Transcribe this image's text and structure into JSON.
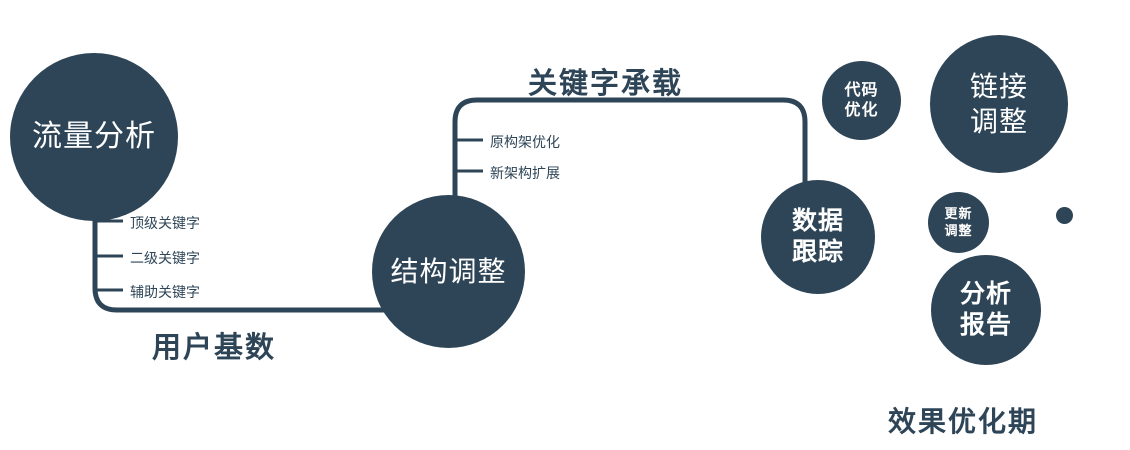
{
  "colors": {
    "primary": "#2e4557",
    "text": "#2e4557",
    "background": "#ffffff"
  },
  "nodes": {
    "traffic": {
      "label": "流量分析"
    },
    "structure": {
      "label": "结构调整"
    },
    "tracking": {
      "line1": "数据",
      "line2": "跟踪"
    },
    "code": {
      "line1": "代码",
      "line2": "优化"
    },
    "link": {
      "line1": "链接",
      "line2": "调整"
    },
    "update": {
      "line1": "更新",
      "line2": "调整"
    },
    "report": {
      "line1": "分析",
      "line2": "报告"
    }
  },
  "edge_labels": {
    "user_base": "用户基数",
    "keyword_load": "关键字承载"
  },
  "ticks": {
    "traffic_branch": [
      "顶级关键字",
      "二级关键字",
      "辅助关键字"
    ],
    "structure_branch": [
      "原构架优化",
      "新架构扩展"
    ]
  },
  "footer": {
    "label": "效果优化期"
  }
}
